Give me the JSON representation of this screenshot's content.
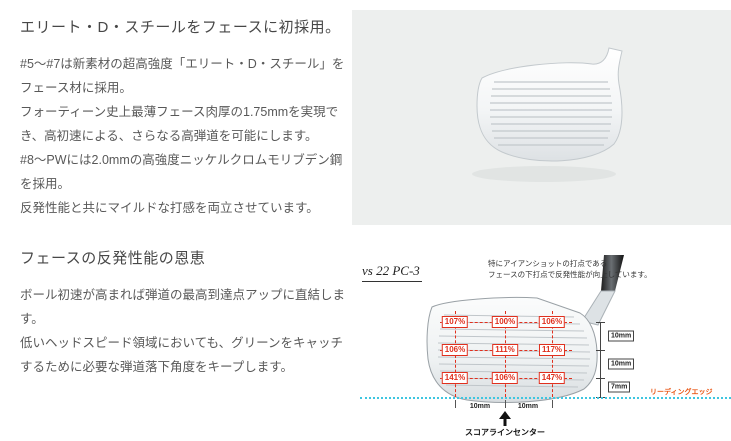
{
  "section1": {
    "heading": "エリート・D・スチールをフェースに初採用。",
    "paragraphs": [
      "#5〜#7は新素材の超高強度「エリート・D・スチール」をフェース材に採用。",
      "フォーティーン史上最薄フェース肉厚の1.75mmを実現でき、高初速による、さらなる高弾道を可能にします。",
      "#8〜PWには2.0mmの高強度ニッケルクロムモリブデン鋼を採用。",
      "反発性能と共にマイルドな打感を両立させています。"
    ]
  },
  "section2": {
    "heading": "フェースの反発性能の恩恵",
    "paragraphs": [
      "ボール初速が高まれば弾道の最高到達点アップに直結します。",
      "低いヘッドスピード領域においても、グリーンをキャッチするために必要な弾道落下角度をキープします。"
    ]
  },
  "diagram": {
    "vs_label": "vs 22 PC-3",
    "note_line1": "特にアイアンショットの打点である",
    "note_line2": "フェースの下打点で反発性能が向上しています。",
    "grid": [
      [
        "107%",
        "100%",
        "106%"
      ],
      [
        "106%",
        "111%",
        "117%"
      ],
      [
        "141%",
        "106%",
        "147%"
      ]
    ],
    "right_measurements": [
      "10mm",
      "10mm",
      "7mm"
    ],
    "bottom_measurements": [
      "10mm",
      "10mm"
    ],
    "leading_edge_label": "リーディングエッジ",
    "center_label": "スコアラインセンター",
    "accent_red": "#e0301e",
    "accent_cyan": "#3ec6e0",
    "accent_orange": "#e95513"
  }
}
